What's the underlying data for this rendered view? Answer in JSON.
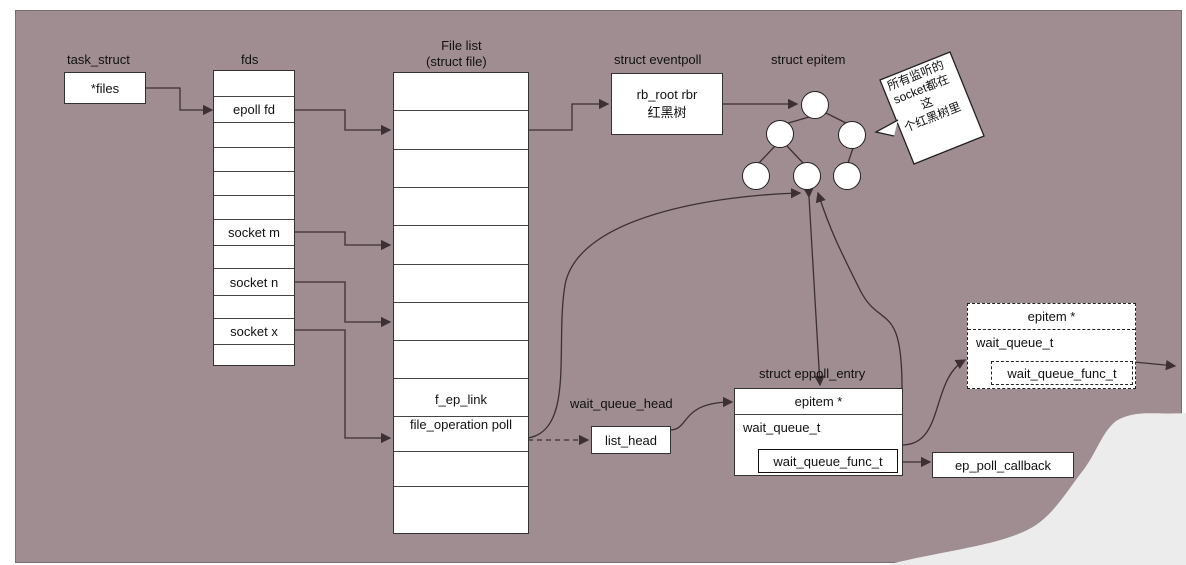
{
  "task_struct": {
    "title": "task_struct",
    "files": "*files"
  },
  "fds": {
    "title": "fds",
    "epoll_fd": "epoll fd",
    "socket_m": "socket m",
    "socket_n": "socket n",
    "socket_x": "socket x"
  },
  "file_list": {
    "title_line1": "File list",
    "title_line2": "(struct file)",
    "f_ep_link": "f_ep_link",
    "file_operation_poll": "file_operation poll"
  },
  "eventpoll": {
    "title": "struct eventpoll",
    "line1": "rb_root rbr",
    "line2": "红黑树"
  },
  "epitem_tree": {
    "title": "struct epitem"
  },
  "callout": {
    "line1": "所有监听的",
    "line2": "socket都在这",
    "line3": "个红黑树里"
  },
  "wait_queue_head": {
    "label": "wait_queue_head",
    "list_head": "list_head"
  },
  "eppoll_entry": {
    "title": "struct eppoll_entry",
    "epitem": "epitem *",
    "wait_queue": "wait_queue_t",
    "func": "wait_queue_func_t"
  },
  "ep_poll_callback": "ep_poll_callback",
  "epitem_right": {
    "epitem": "epitem *",
    "wait_queue": "wait_queue_t",
    "func": "wait_queue_func_t"
  }
}
